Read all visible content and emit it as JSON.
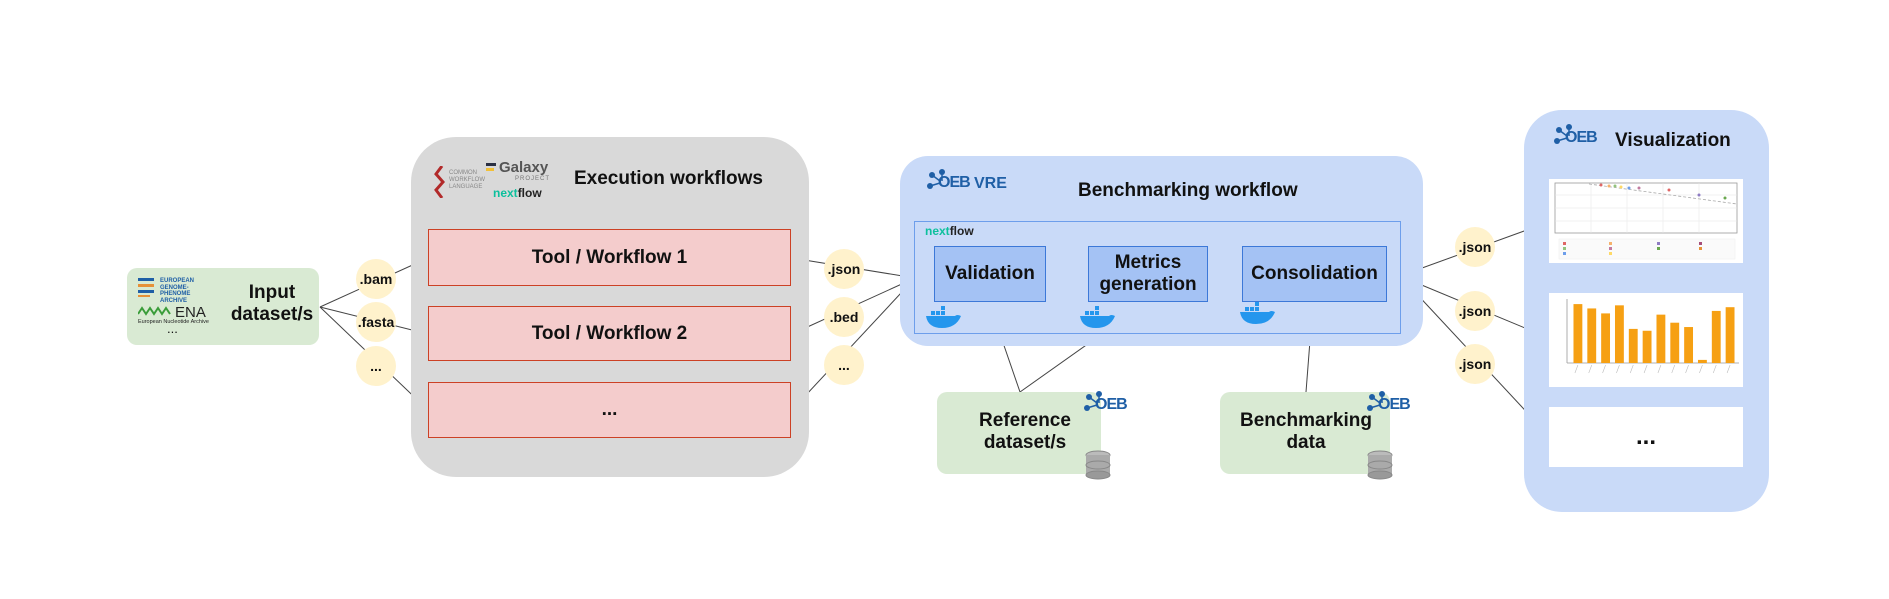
{
  "input": {
    "label_line1": "Input",
    "label_line2": "dataset/s",
    "logo_ega_lines": [
      "EUROPEAN",
      "GENOME-PHENOME",
      "ARCHIVE"
    ],
    "logo_ena": "ENA",
    "logo_ena_sub": "European Nucleotide Archive",
    "ellipsis": "..."
  },
  "input_extensions": [
    ".bam",
    ".fasta",
    "..."
  ],
  "execution": {
    "title": "Execution workflows",
    "logo_cwl_lines": [
      "COMMON",
      "WORKFLOW",
      "LANGUAGE"
    ],
    "logo_galaxy": "Galaxy",
    "logo_galaxy_sub": "PROJECT",
    "logo_nextflow_a": "next",
    "logo_nextflow_b": "flow",
    "tools": [
      "Tool / Workflow 1",
      "Tool / Workflow 2",
      "..."
    ]
  },
  "output_extensions": [
    ".json",
    ".bed",
    "..."
  ],
  "benchmarking": {
    "title": "Benchmarking workflow",
    "vre_label": "VRE",
    "logo_text": "OEB",
    "nextflow_a": "next",
    "nextflow_b": "flow",
    "steps": [
      "Validation",
      "Metrics generation",
      "Consolidation"
    ]
  },
  "reference": {
    "line1": "Reference",
    "line2": "dataset/s"
  },
  "bench_data": {
    "line1": "Benchmarking",
    "line2": "data"
  },
  "result_extensions": [
    ".json",
    ".json",
    ".json"
  ],
  "visualization": {
    "title": "Visualization",
    "ellipsis": "..."
  },
  "colors": {
    "green": "#d9ead3",
    "gray": "#d9d9d9",
    "blue": "#c9daf8",
    "pink": "#f4cccc",
    "step": "#a4c2f4",
    "ext": "#fff2cc",
    "bar": "#f6a013",
    "oeb": "#1f5fa6",
    "docker": "#2496ed",
    "nextflow_green": "#0dc09d"
  },
  "chart_data": [
    {
      "type": "scatter",
      "series": []
    },
    {
      "type": "bar",
      "values": [
        0.95,
        0.88,
        0.8,
        0.93,
        0.55,
        0.52,
        0.78,
        0.65,
        0.58,
        0.05,
        0.84,
        0.9
      ]
    }
  ]
}
